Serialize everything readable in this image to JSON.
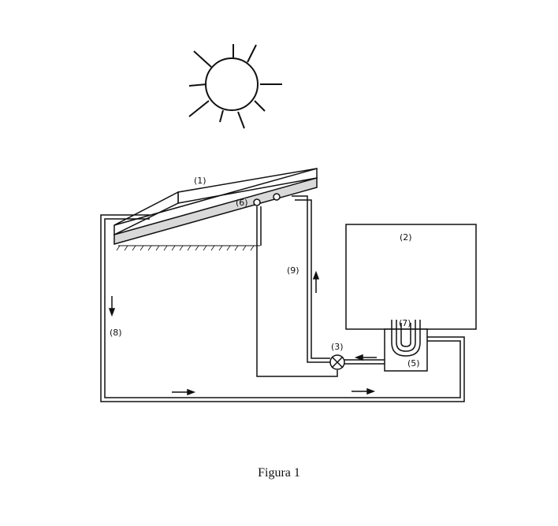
{
  "labels": {
    "collector": "(1)",
    "tank": "(2)",
    "valve": "(3)",
    "exchanger": "(5)",
    "sensor": "(6)",
    "coil": "(7)",
    "return_pipe": "(8)",
    "supply_pipe": "(9)"
  },
  "caption": "Figura 1",
  "colors": {
    "ink": "#111111",
    "panel_fill": "#d9d9d9",
    "background": "#ffffff"
  },
  "icons": {
    "sun": "sun-icon",
    "valve": "valve-icon",
    "arrow": "flow-arrow-icon"
  }
}
